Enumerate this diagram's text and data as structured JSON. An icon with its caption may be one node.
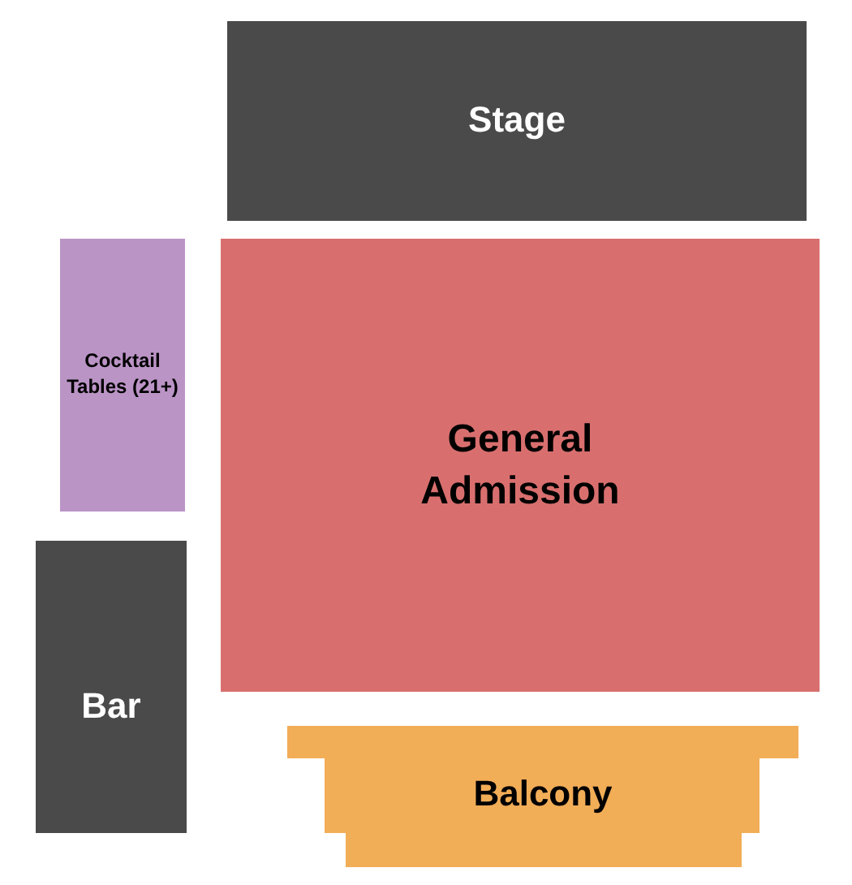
{
  "diagram": {
    "nodes": [
      {
        "text": [
          "Stage"
        ]
      },
      {
        "text": [
          "Cocktail Tables (21+)"
        ]
      },
      {
        "text": [
          "General Admission"
        ]
      },
      {
        "text": [
          "Bar"
        ]
      },
      {
        "text": [
          "Balcony"
        ]
      }
    ]
  }
}
